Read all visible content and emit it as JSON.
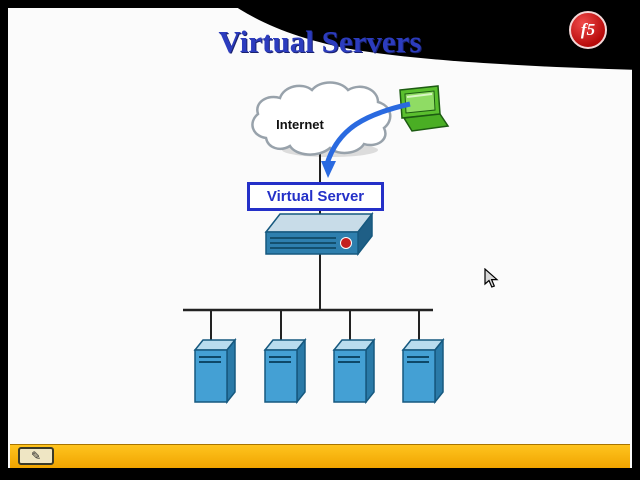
{
  "slide": {
    "title": "Virtual Servers",
    "title_color": "#2c3cbe",
    "background_color": "#fbfbfb"
  },
  "logo": {
    "label": "f5",
    "color": "#b60909",
    "icon": "f5-ball-logo"
  },
  "diagram": {
    "internet_label": "Internet",
    "virtual_server_label": "Virtual Server",
    "client_icon": "desktop-computer-icon",
    "cloud_icon": "internet-cloud-icon",
    "appliance_icon": "bigip-appliance-icon",
    "server_icon": "server-tower-icon",
    "server_count": 4,
    "arrow_color": "#2a6ae0",
    "virtual_server_box_color": "#2430c8",
    "server_color": "#44a0d4",
    "client_color": "#5abf2e"
  },
  "toolbar": {
    "bar_color": "#f0a400",
    "pencil_icon": "✎"
  },
  "cursor": {
    "icon": "mouse-pointer"
  }
}
